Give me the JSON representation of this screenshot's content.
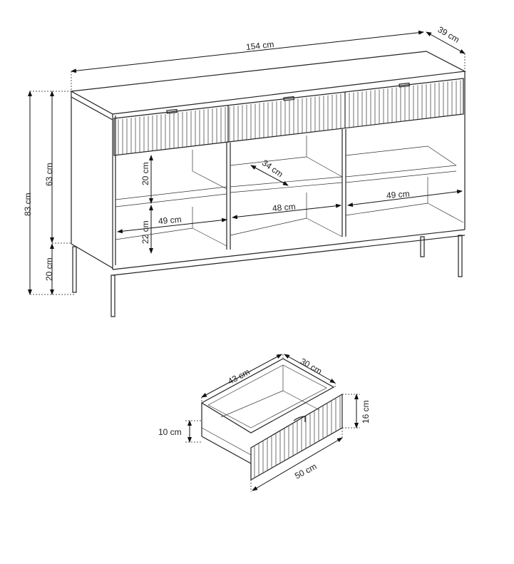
{
  "sideboard": {
    "width_label": "154 cm",
    "depth_label": "39 cm",
    "total_height_label": "83 cm",
    "body_height_label": "63 cm",
    "leg_height_label": "20 cm",
    "upper_shelf_height_label": "20 cm",
    "lower_shelf_height_label": "22 cm",
    "shelf_depth_label": "34 cm",
    "left_width_label": "49 cm",
    "middle_width_label": "48 cm",
    "right_width_label": "49 cm"
  },
  "drawer": {
    "inner_width_label": "43 cm",
    "inner_depth_label": "30 cm",
    "front_height_label": "16 cm",
    "inner_height_label": "10 cm",
    "front_width_label": "50 cm"
  }
}
